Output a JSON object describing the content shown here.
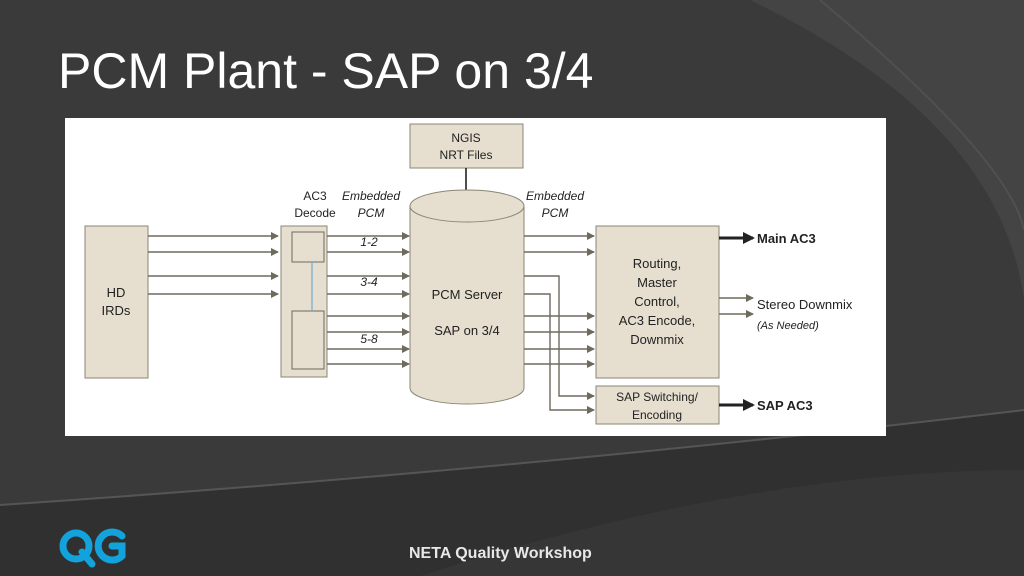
{
  "slide": {
    "title": "PCM Plant - SAP on 3/4",
    "footer": "NETA Quality Workshop",
    "logo_text": "QG"
  },
  "colors": {
    "background": "#3a3a3a",
    "box_fill": "#e6dfcf",
    "box_stroke": "#8b8676",
    "line_color": "#6f6a5e",
    "logo_color": "#12a3dc"
  },
  "diagram": {
    "hd_irds": [
      "HD",
      "IRDs"
    ],
    "ac3_decode": [
      "AC3",
      "Decode"
    ],
    "embedded_pcm_left": [
      "Embedded",
      "PCM"
    ],
    "embedded_pcm_right": [
      "Embedded",
      "PCM"
    ],
    "ngis": [
      "NGIS",
      "NRT Files"
    ],
    "pcm_server": [
      "PCM Server",
      "SAP on 3/4"
    ],
    "channel_labels": [
      "1-2",
      "3-4",
      "5-8"
    ],
    "routing": [
      "Routing,",
      "Master",
      "Control,",
      "AC3 Encode,",
      "Downmix"
    ],
    "sap_switching": [
      "SAP Switching/",
      "Encoding"
    ],
    "outputs": {
      "main_ac3": "Main AC3",
      "stereo_downmix": "Stereo Downmix",
      "as_needed": "(As Needed)",
      "sap_ac3": "SAP AC3"
    }
  }
}
